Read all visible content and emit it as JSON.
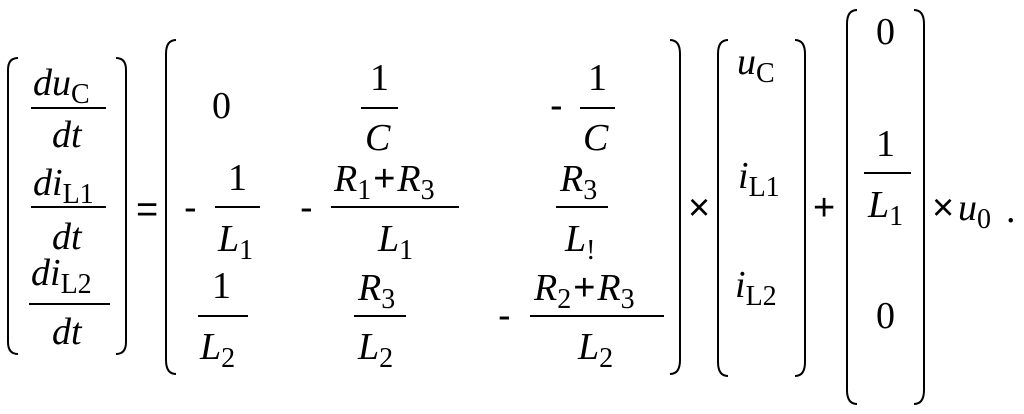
{
  "lhs": {
    "r1": {
      "num": "du",
      "num_sub": "C",
      "den": "dt"
    },
    "r2": {
      "num": "di",
      "num_sub": "L1",
      "den": "dt"
    },
    "r3": {
      "num": "di",
      "num_sub": "L2",
      "den": "dt"
    }
  },
  "equals": "=",
  "matrix": {
    "r1": {
      "c1": "0",
      "c2": {
        "num": "1",
        "den": "C"
      },
      "c3": {
        "sign": "-",
        "num": "1",
        "den": "C"
      }
    },
    "r2": {
      "c1": {
        "sign": "-",
        "num": "1",
        "den": "L",
        "den_sub": "1"
      },
      "c2": {
        "sign": "-",
        "num_a": "R",
        "num_a_sub": "1",
        "plus": "+",
        "num_b": "R",
        "num_b_sub": "3",
        "den": "L",
        "den_sub": "1"
      },
      "c3": {
        "num": "R",
        "num_sub": "3",
        "den": "L",
        "den_sub": "!"
      }
    },
    "r3": {
      "c1": {
        "num": "1",
        "den": "L",
        "den_sub": "2"
      },
      "c2": {
        "num": "R",
        "num_sub": "3",
        "den": "L",
        "den_sub": "2"
      },
      "c3": {
        "sign": "-",
        "num_a": "R",
        "num_a_sub": "2",
        "plus": "+",
        "num_b": "R",
        "num_b_sub": "3",
        "den": "L",
        "den_sub": "2"
      }
    }
  },
  "times": "×",
  "state": {
    "r1": {
      "var": "u",
      "sub": "C"
    },
    "r2": {
      "var": "i",
      "sub": "L1"
    },
    "r3": {
      "var": "i",
      "sub": "L2"
    }
  },
  "plus": "+",
  "input_vec": {
    "r1": "0",
    "r2": {
      "num": "1",
      "den": "L",
      "den_sub": "1"
    },
    "r3": "0"
  },
  "times2": "×",
  "input": {
    "var": "u",
    "sub": "0"
  },
  "period": "."
}
